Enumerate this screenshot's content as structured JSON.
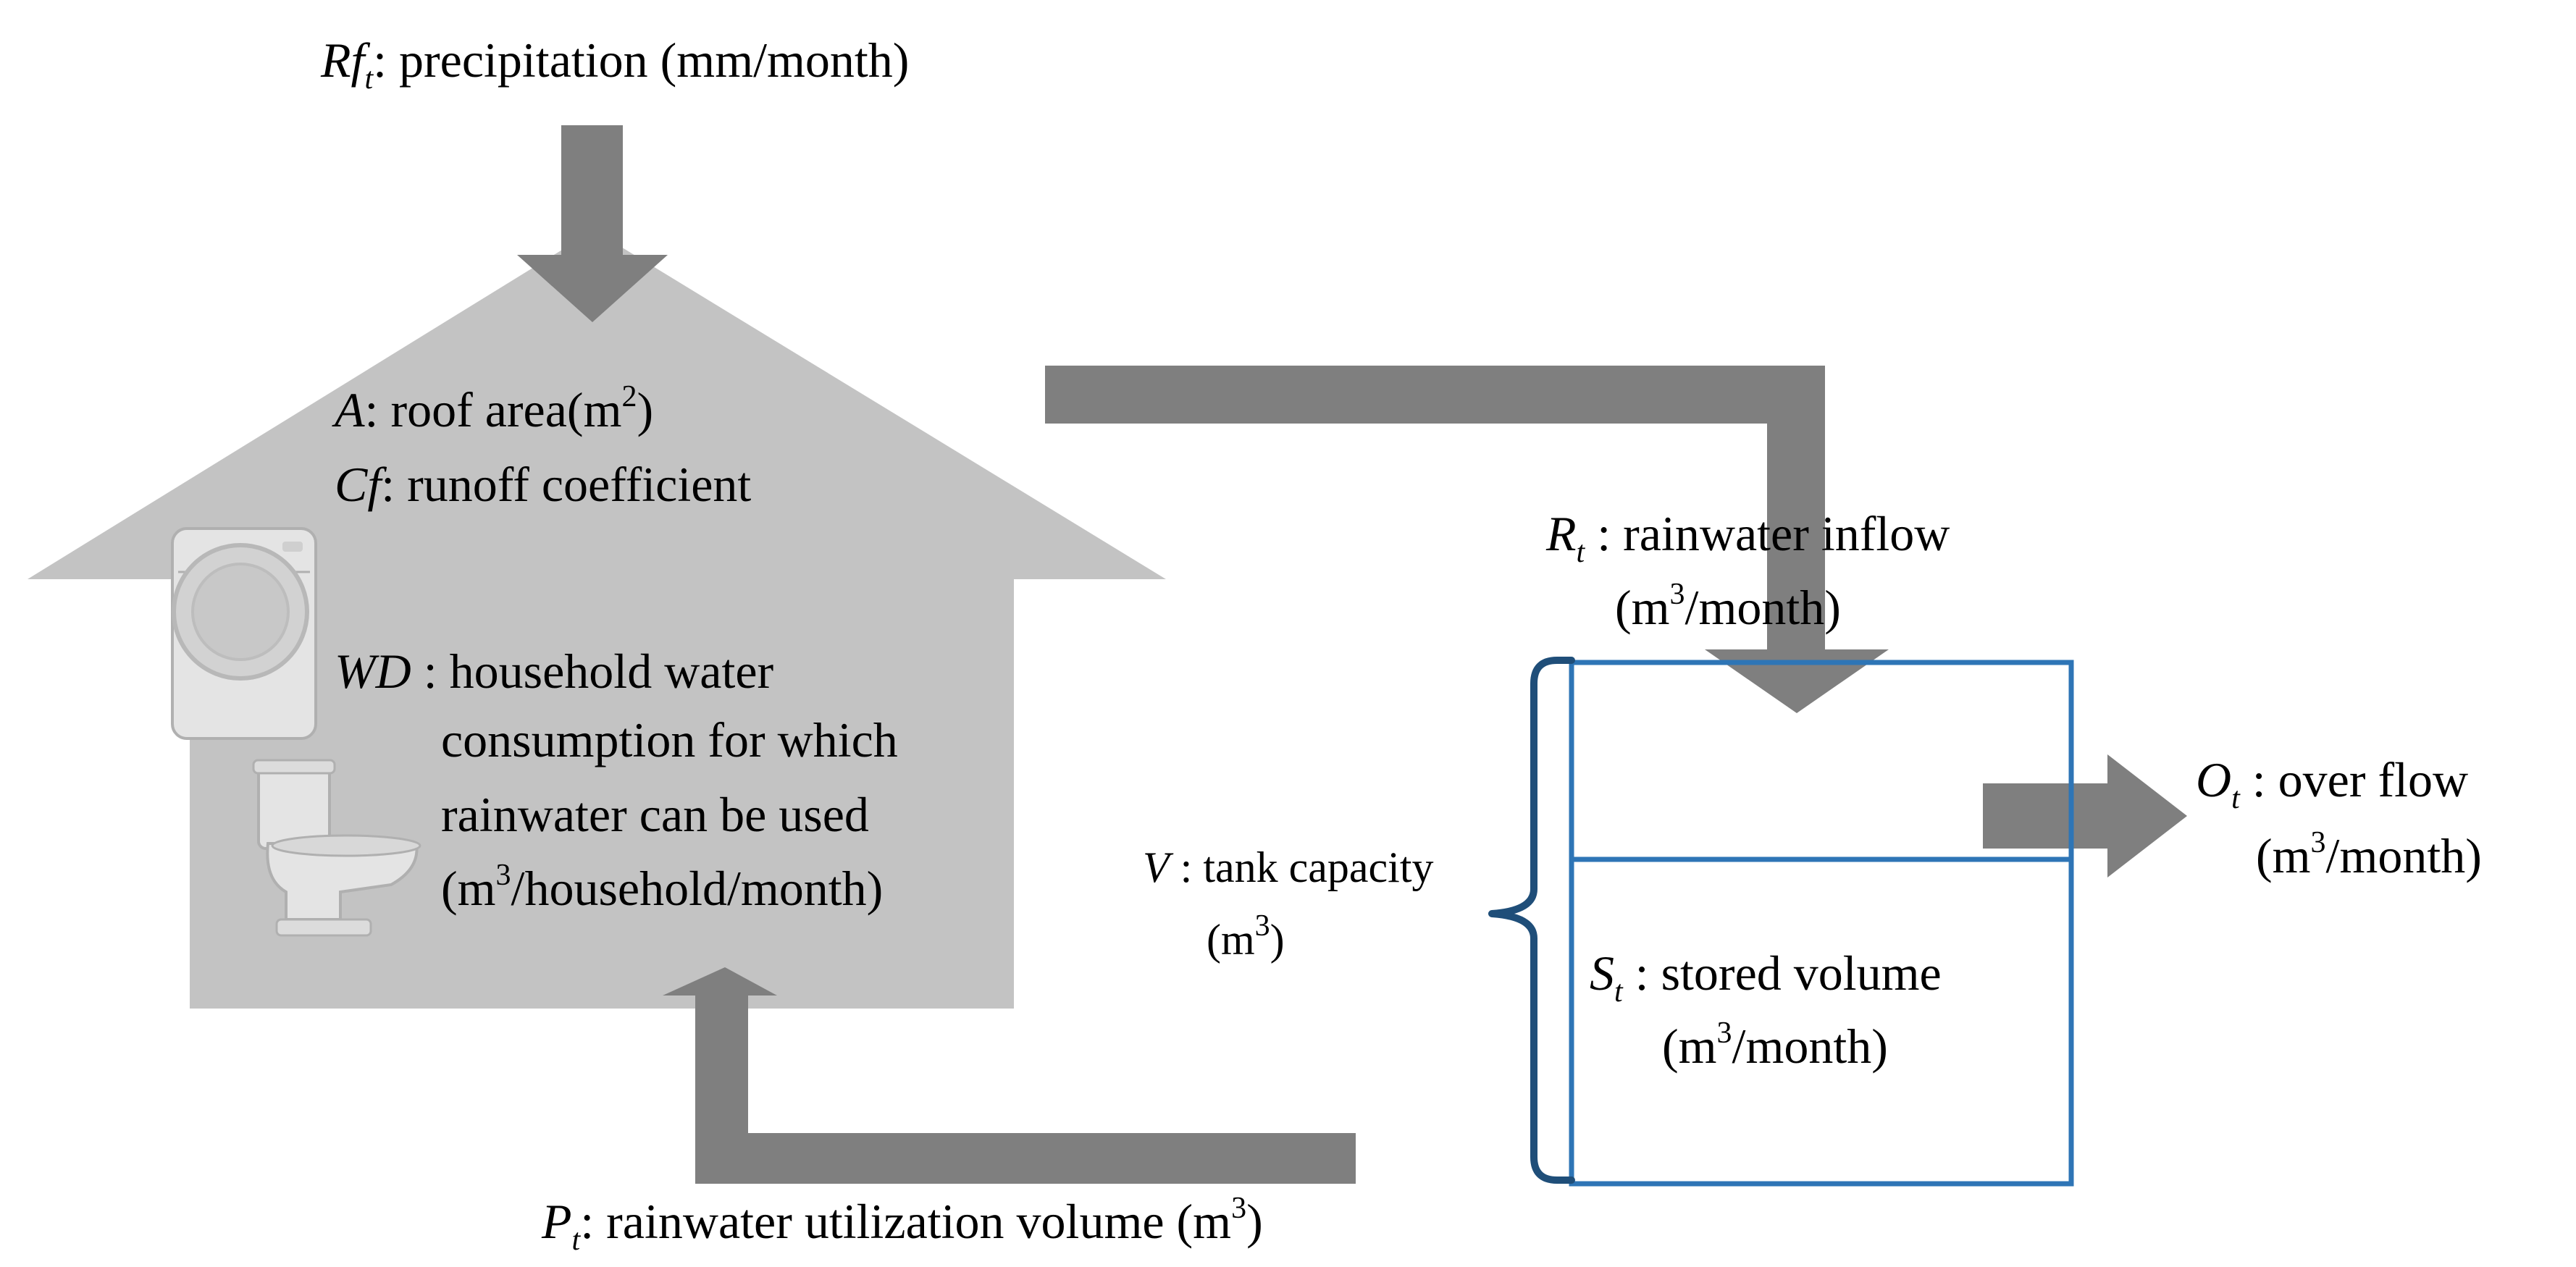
{
  "colors": {
    "house": "#c3c3c3",
    "arrow": "#7f7f7f",
    "tank_border": "#2e75b6",
    "brace": "#1f4e79",
    "appliance_fill": "#e4e4e4",
    "appliance_stroke": "#b0b0b0",
    "text": "#000000"
  },
  "icons": [
    "washing-machine-icon",
    "toilet-icon"
  ],
  "labels": {
    "precipitation": {
      "symbol": "Rf",
      "subscript": "t",
      "text": ": precipitation (mm/month)"
    },
    "roof_area": {
      "symbol": "A",
      "text": ": roof area(m",
      "superscript": "2",
      "suffix": ")"
    },
    "runoff": {
      "symbol": "Cf",
      "text": ": runoff coefficient"
    },
    "household": {
      "symbol": "WD",
      "line1": " : household water",
      "line2": "consumption for which",
      "line3": "rainwater can be used",
      "line4_prefix": "(m",
      "line4_sup": "3",
      "line4_suffix": "/household/month)"
    },
    "inflow": {
      "symbol": "R",
      "subscript": "t",
      "text": " : rainwater inflow",
      "unit_prefix": "(m",
      "unit_sup": "3",
      "unit_suffix": "/month)"
    },
    "overflow": {
      "symbol": "O",
      "subscript": "t",
      "text": " : over flow",
      "unit_prefix": "(m",
      "unit_sup": "3",
      "unit_suffix": "/month)"
    },
    "capacity": {
      "symbol": "V",
      "text": " : tank capacity",
      "unit_prefix": "(m",
      "unit_sup": "3",
      "unit_suffix": ")"
    },
    "stored": {
      "symbol": "S",
      "subscript": "t",
      "text": " : stored volume",
      "unit_prefix": "(m",
      "unit_sup": "3",
      "unit_suffix": "/month)"
    },
    "utilization": {
      "symbol": "P",
      "subscript": "t",
      "text": ": rainwater utilization volume (m",
      "superscript": "3",
      "suffix": ")"
    }
  }
}
